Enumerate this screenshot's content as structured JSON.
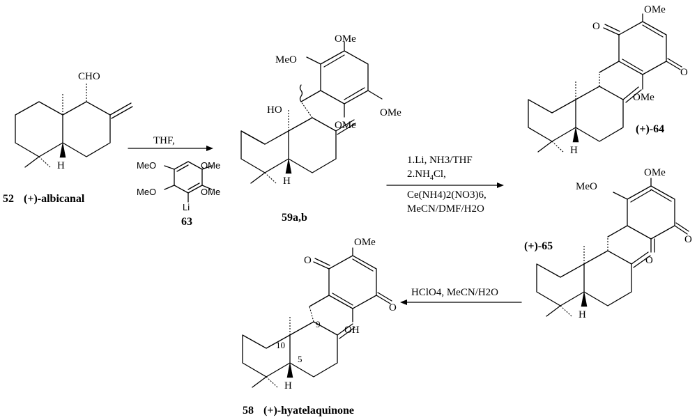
{
  "compounds": {
    "c52": {
      "number": "52",
      "name": "(+)-albicanal"
    },
    "c63": {
      "number": "63"
    },
    "c59": {
      "number": "59a,b"
    },
    "c64": {
      "number": "(+)-64"
    },
    "c65": {
      "number": "(+)-65"
    },
    "c58": {
      "number": "58",
      "name": "(+)-hyatelaquinone"
    }
  },
  "atoms": {
    "cho": "CHO",
    "h": "H",
    "ho": "HO",
    "ome": "OMe",
    "meo": "MeO",
    "oh": "OH",
    "o": "O",
    "li": "Li"
  },
  "numbering": {
    "n9": "9",
    "n10": "10",
    "n5": "5"
  },
  "conditions": {
    "step1": "THF,",
    "step2_line1": "1.Li, NH3/THF",
    "step2_line2_a": "2.NH",
    "step2_line2_sub": "4",
    "step2_line2_b": "Cl,",
    "step2_line3": "Ce(NH4)2(NO3)6,",
    "step2_line4": "MeCN/DMF/H2O",
    "step3": "HClO4, MeCN/H2O"
  }
}
